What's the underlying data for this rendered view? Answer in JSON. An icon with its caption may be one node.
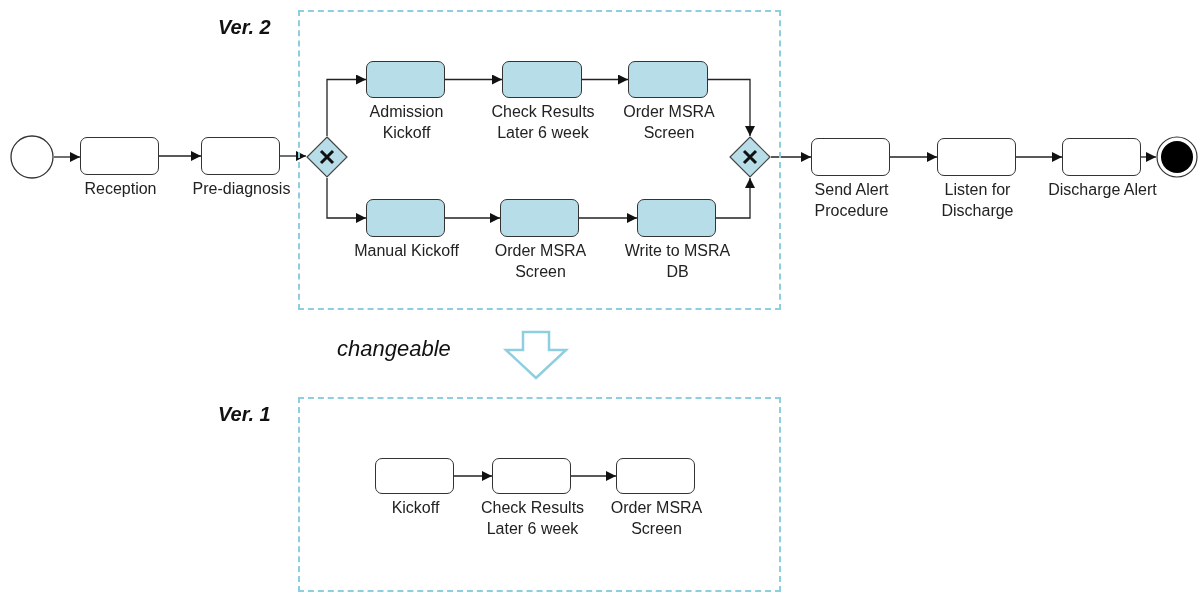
{
  "diagram": {
    "nodes": [
      {
        "text": [],
        "shape": "circle"
      },
      {
        "text": [
          "Reception"
        ]
      },
      {
        "text": [
          "Pre-diagnosis"
        ]
      },
      {
        "text": [
          "Ver. 2"
        ]
      },
      {
        "text": [],
        "shape": "diamond",
        "in": 3
      },
      {
        "text": [
          "Admission Kickoff"
        ],
        "in": 3
      },
      {
        "text": [
          "Check Results Later 6 week"
        ],
        "in": 3
      },
      {
        "text": [
          "Order MSRA Screen"
        ],
        "in": 3
      },
      {
        "text": [
          "Manual Kickoff"
        ],
        "in": 3
      },
      {
        "text": [
          "Order MSRA Screen"
        ],
        "in": 3
      },
      {
        "text": [
          "Write to MSRA DB"
        ],
        "in": 3
      },
      {
        "text": [],
        "shape": "diamond",
        "in": 3
      },
      {
        "text": [
          "Send Alert Procedure"
        ]
      },
      {
        "text": [
          "Listen for Discharge"
        ]
      },
      {
        "text": [
          "Discharge Alert"
        ]
      },
      {
        "text": [],
        "shape": "circle"
      },
      {
        "text": [
          "Ver. 1"
        ]
      },
      {
        "text": [
          "Kickoff"
        ],
        "in": 16
      },
      {
        "text": [
          "Check Results Later 6 week"
        ],
        "in": 16
      },
      {
        "text": [
          "Order MSRA Screen"
        ],
        "in": 16
      }
    ],
    "edges": [
      {
        "from": 0,
        "to": 1,
        "arrow": "to"
      },
      {
        "from": 1,
        "to": 2,
        "arrow": "to"
      },
      {
        "from": 2,
        "to": 4,
        "arrow": "to"
      },
      {
        "from": 4,
        "to": 5,
        "arrow": "to"
      },
      {
        "from": 4,
        "to": 8,
        "arrow": "to"
      },
      {
        "from": 5,
        "to": 6,
        "arrow": "to"
      },
      {
        "from": 6,
        "to": 7,
        "arrow": "to"
      },
      {
        "from": 7,
        "to": 11,
        "arrow": "to"
      },
      {
        "from": 8,
        "to": 9,
        "arrow": "to"
      },
      {
        "from": 9,
        "to": 10,
        "arrow": "to"
      },
      {
        "from": 10,
        "to": 11,
        "arrow": "to"
      },
      {
        "from": 11,
        "to": 12,
        "arrow": "to"
      },
      {
        "from": 12,
        "to": 13,
        "arrow": "to"
      },
      {
        "from": 13,
        "to": 14,
        "arrow": "to"
      },
      {
        "from": 14,
        "to": 15,
        "arrow": "to"
      },
      {
        "from": 3,
        "to": 16,
        "arrow": "to",
        "label": "changeable",
        "style": "thick",
        "color": "#8ecfdf"
      },
      {
        "from": 17,
        "to": 18,
        "arrow": "to"
      },
      {
        "from": 18,
        "to": 19,
        "arrow": "to"
      }
    ]
  }
}
